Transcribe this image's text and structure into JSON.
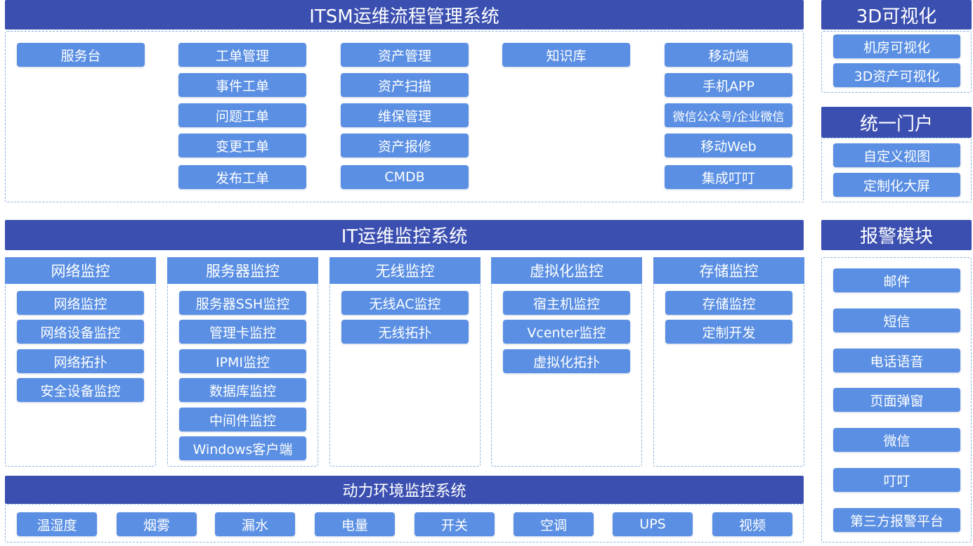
{
  "itsm": {
    "title": "ITSM运维流程管理系统",
    "columns": [
      [
        "服务台"
      ],
      [
        "工单管理",
        "事件工单",
        "问题工单",
        "变更工单",
        "发布工单"
      ],
      [
        "资产管理",
        "资产扫描",
        "维保管理",
        "资产报修",
        "CMDB"
      ],
      [
        "知识库"
      ],
      [
        "移动端",
        "手机APP",
        "微信公众号/企业微信",
        "移动Web",
        "集成叮叮"
      ]
    ]
  },
  "viz3d": {
    "title": "3D可视化",
    "items": [
      "机房可视化",
      "3D资产可视化"
    ]
  },
  "portal": {
    "title": "统一门户",
    "items": [
      "自定义视图",
      "定制化大屏"
    ]
  },
  "monitor": {
    "title": "IT运维监控系统",
    "groups": [
      {
        "title": "网络监控",
        "items": [
          "网络监控",
          "网络设备监控",
          "网络拓扑",
          "安全设备监控"
        ]
      },
      {
        "title": "服务器监控",
        "items": [
          "服务器SSH监控",
          "管理卡监控",
          "IPMI监控",
          "数据库监控",
          "中间件监控",
          "Windows客户端"
        ]
      },
      {
        "title": "无线监控",
        "items": [
          "无线AC监控",
          "无线拓扑"
        ]
      },
      {
        "title": "虚拟化监控",
        "items": [
          "宿主机监控",
          "Vcenter监控",
          "虚拟化拓扑"
        ]
      },
      {
        "title": "存储监控",
        "items": [
          "存储监控",
          "定制开发"
        ]
      }
    ]
  },
  "alarm": {
    "title": "报警模块",
    "items": [
      "邮件",
      "短信",
      "电话语音",
      "页面弹窗",
      "微信",
      "叮叮",
      "第三方报警平台"
    ]
  },
  "power": {
    "title": "动力环境监控系统",
    "items": [
      "温湿度",
      "烟雾",
      "漏水",
      "电量",
      "开关",
      "空调",
      "UPS",
      "视频"
    ]
  },
  "colors": {
    "header": "#3b4fb0",
    "button": "#5a8fe3",
    "border": "#8ab1de"
  }
}
